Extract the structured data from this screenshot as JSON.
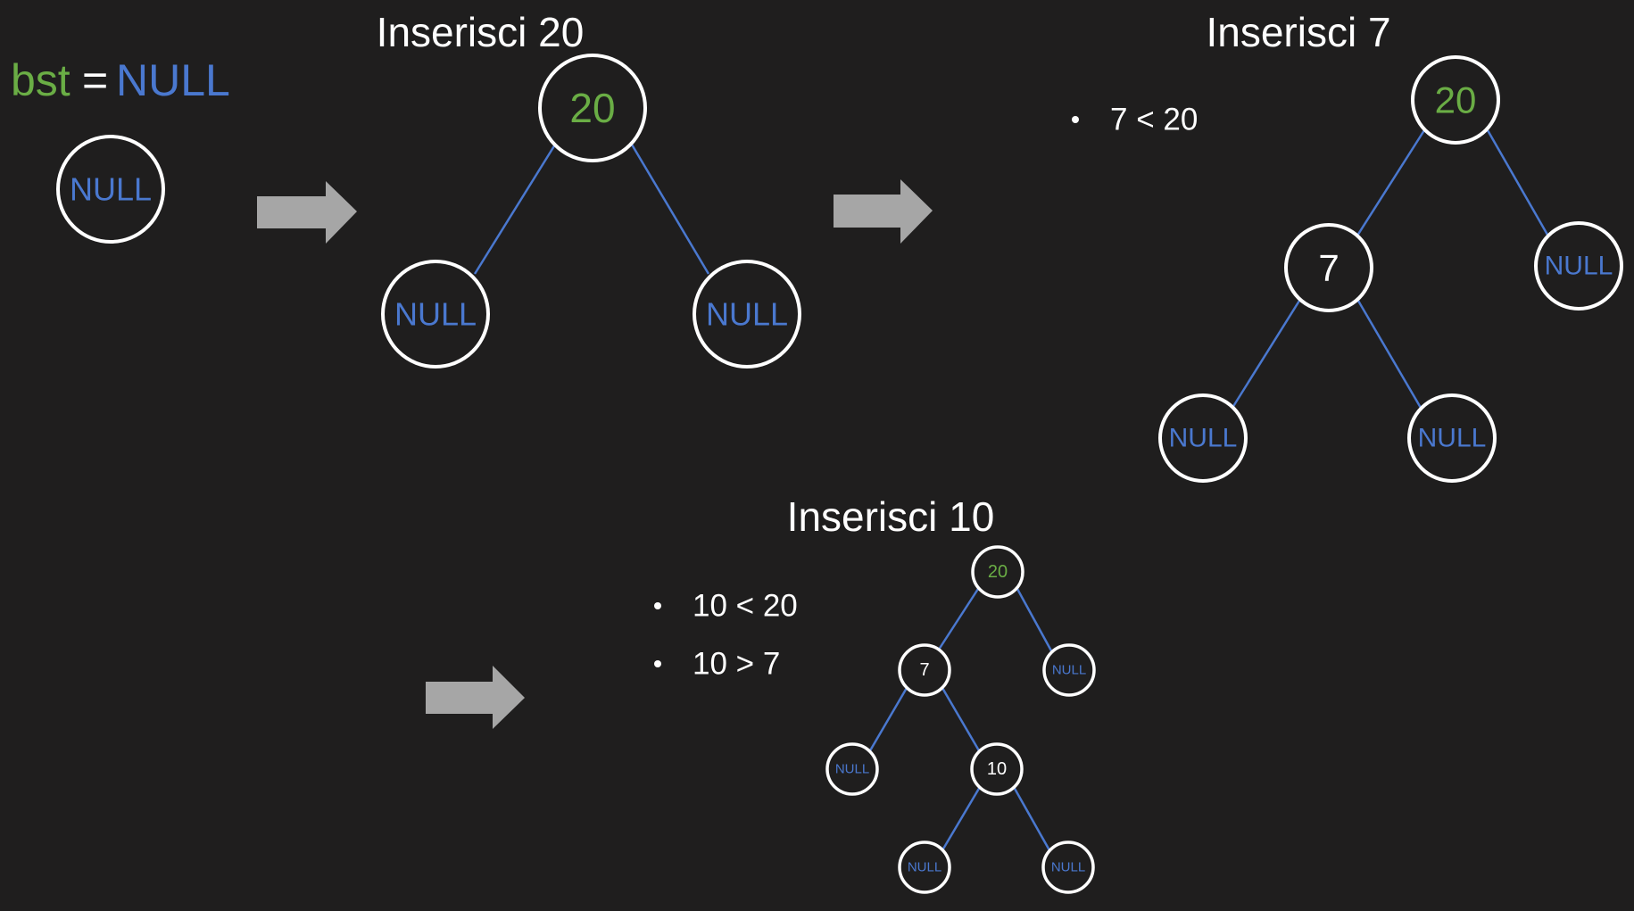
{
  "colors": {
    "background": "#1f1e1e",
    "node_stroke": "#ffffff",
    "null_text": "#4a78cf",
    "root_text": "#6aad45",
    "edge": "#4a78cf",
    "arrow": "#a6a6a6",
    "text": "#ffffff"
  },
  "intro": {
    "var_name": "bst",
    "equals": "=",
    "value": "NULL",
    "node_label": "NULL"
  },
  "steps": [
    {
      "title": "Inserisci 20",
      "conditions": [],
      "nodes": [
        {
          "label": "20",
          "kind": "root"
        },
        {
          "label": "NULL",
          "kind": "null"
        },
        {
          "label": "NULL",
          "kind": "null"
        }
      ]
    },
    {
      "title": "Inserisci 7",
      "conditions": [
        "7 < 20"
      ],
      "nodes": [
        {
          "label": "20",
          "kind": "root"
        },
        {
          "label": "7",
          "kind": "value"
        },
        {
          "label": "NULL",
          "kind": "null"
        },
        {
          "label": "NULL",
          "kind": "null"
        },
        {
          "label": "NULL",
          "kind": "null"
        }
      ]
    },
    {
      "title": "Inserisci 10",
      "conditions": [
        "10 < 20",
        "10 > 7"
      ],
      "nodes": [
        {
          "label": "20",
          "kind": "root"
        },
        {
          "label": "7",
          "kind": "value"
        },
        {
          "label": "NULL",
          "kind": "null"
        },
        {
          "label": "NULL",
          "kind": "null"
        },
        {
          "label": "10",
          "kind": "value"
        },
        {
          "label": "NULL",
          "kind": "null"
        },
        {
          "label": "NULL",
          "kind": "null"
        }
      ]
    }
  ]
}
